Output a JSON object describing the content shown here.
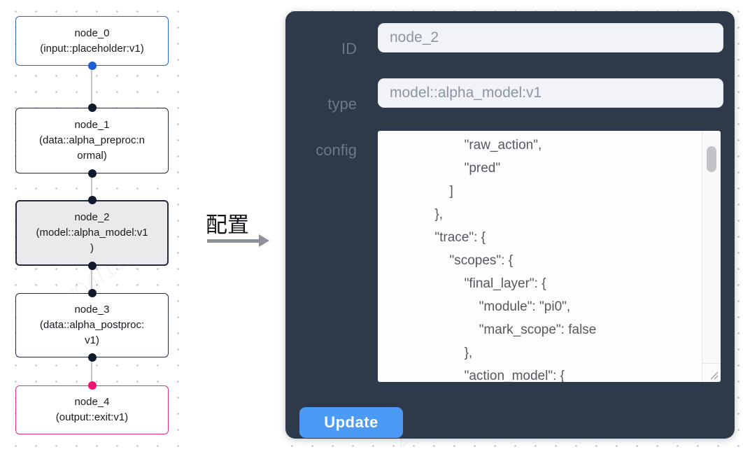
{
  "canvas": {
    "nodes": [
      {
        "id": "node_0",
        "title": "node_0",
        "subtitle": "(input::placeholder:v1)",
        "kind": "input",
        "selected": false
      },
      {
        "id": "node_1",
        "title": "node_1",
        "subtitle": "(data::alpha_preproc:n\normal)",
        "kind": "data",
        "selected": false
      },
      {
        "id": "node_2",
        "title": "node_2",
        "subtitle": "(model::alpha_model:v1\n)",
        "kind": "model",
        "selected": true
      },
      {
        "id": "node_3",
        "title": "node_3",
        "subtitle": "(data::alpha_postproc:\nv1)",
        "kind": "data",
        "selected": false
      },
      {
        "id": "node_4",
        "title": "node_4",
        "subtitle": "(output::exit:v1)",
        "kind": "output",
        "selected": false
      }
    ]
  },
  "annotation": {
    "label": "配置"
  },
  "panel": {
    "fields": {
      "id_label": "ID",
      "id_value": "node_2",
      "type_label": "type",
      "type_value": "model::alpha_model:v1",
      "config_label": "config",
      "config_value": "                    \"raw_action\",\n                    \"pred\"\n                ]\n            },\n            \"trace\": {\n                \"scopes\": {\n                    \"final_layer\": {\n                        \"module\": \"pi0\",\n                        \"mark_scope\": false\n                    },\n                    \"action_model\": {"
    },
    "update_label": "Update"
  },
  "watermark": {
    "text": "2025/04/11 11:4"
  },
  "colors": {
    "panel_bg": "#2e3949",
    "button_blue": "#4a9af6",
    "input_bg": "#f1f3f8",
    "node_input_border": "#2e63c8",
    "node_default_border": "#242a3a",
    "node_selected_bg": "#eaeaec",
    "node_output_border": "#e5307e",
    "handle_blue": "#1b5fd1",
    "handle_dark": "#111b2e",
    "handle_pink": "#ee1370",
    "edge_gray": "#c4c6ca",
    "label_gray": "#6e7787",
    "config_text": "#54585f"
  }
}
